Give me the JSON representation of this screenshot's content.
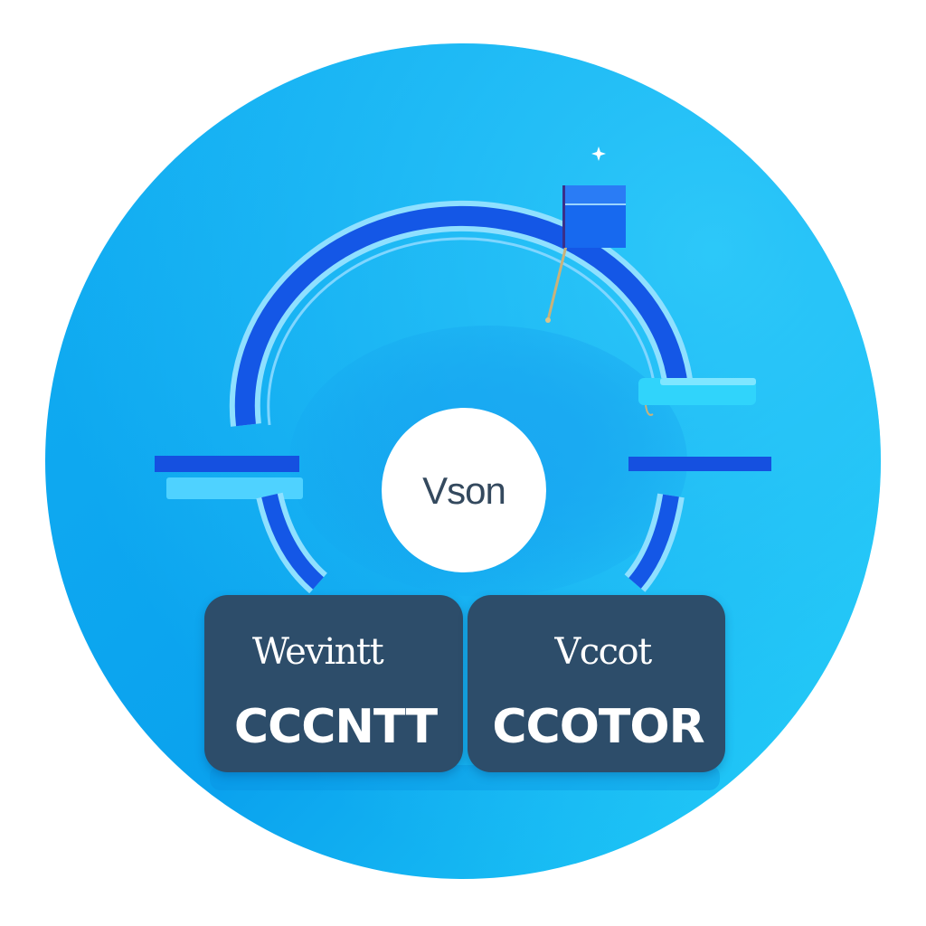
{
  "emblem": {
    "center_label": "Vson",
    "panels": [
      {
        "subtitle": "Wevintt",
        "title": "CCCNTT"
      },
      {
        "subtitle": "Vccot",
        "title": "CCOTOR"
      }
    ]
  },
  "colors": {
    "background": "#ffffff",
    "disc_light": "#1ec8f5",
    "disc_dark": "#0f9ae8",
    "ring_blue": "#1457e6",
    "ring_highlight": "#8fdcff",
    "panel": "#2d4d6a",
    "panel_text": "#ffffff",
    "center_text": "#34495e",
    "flag": "#1769ef"
  },
  "icons": {
    "flag": "flag-icon",
    "sparkle": "sparkle-icon"
  }
}
